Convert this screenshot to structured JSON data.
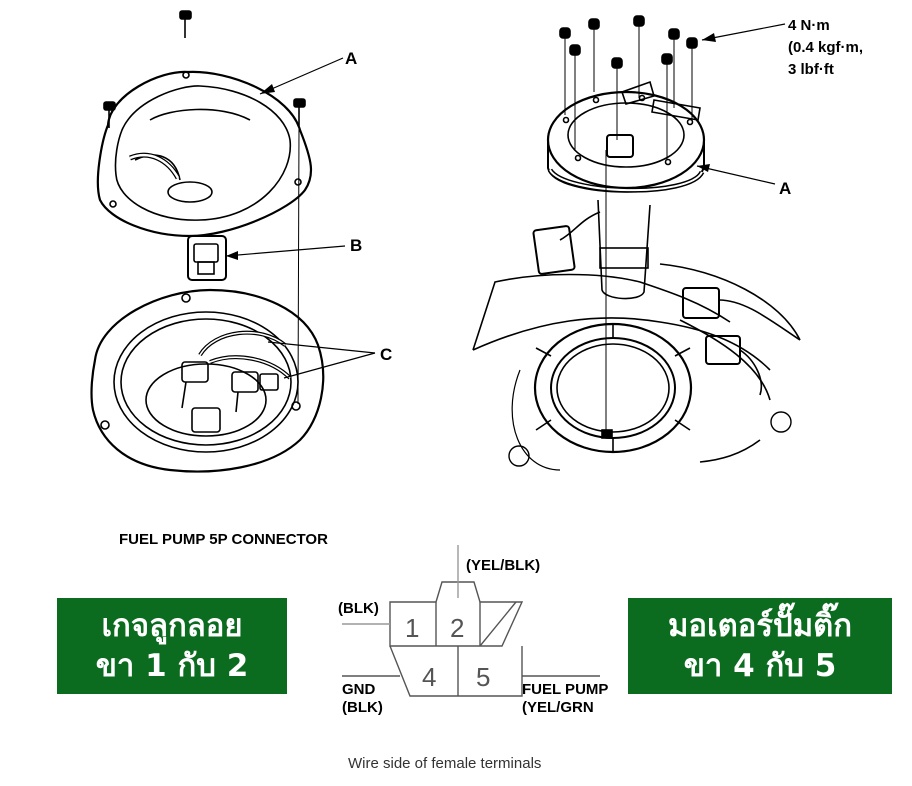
{
  "labels": {
    "left_a": "A",
    "left_b": "B",
    "left_c": "C",
    "right_a": "A",
    "torque_line1": "4 N·m",
    "torque_line2": "(0.4 kgf·m,",
    "torque_line3": "3 lbf·ft"
  },
  "connector": {
    "title": "FUEL PUMP 5P CONNECTOR",
    "wire_top": "(YEL/BLK)",
    "wire_left": "(BLK)",
    "gnd_line1": "GND",
    "gnd_line2": "(BLK)",
    "pump_line1": "FUEL PUMP",
    "pump_line2": "(YEL/GRN",
    "pins": [
      "1",
      "2",
      "4",
      "5"
    ],
    "caption": "Wire side of female terminals"
  },
  "notes": {
    "left_line1": "เกจลูกลอย",
    "left_line2": "ขา 1 กับ 2",
    "right_line1": "มอเตอร์ปั๊มติ๊ก",
    "right_line2": "ขา 4 กับ 5"
  },
  "colors": {
    "note_bg": "#0b6b1f",
    "note_text": "#ffffff"
  }
}
